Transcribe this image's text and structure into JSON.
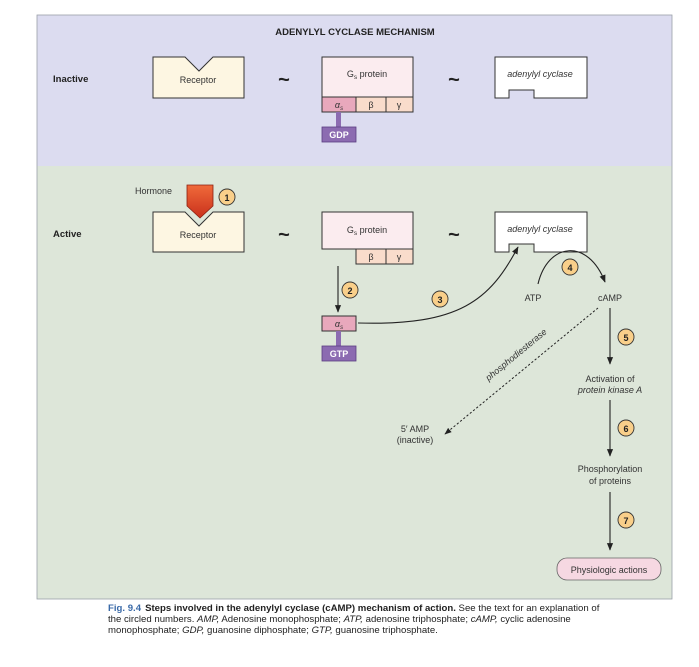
{
  "title": "ADENYLYL CYCLASE MECHANISM",
  "rows": {
    "inactive": "Inactive",
    "active": "Active"
  },
  "labels": {
    "hormone": "Hormone",
    "receptor": "Receptor",
    "gs_protein_main": "G",
    "gs_protein_sub": "s",
    "gs_protein_suffix": " protein",
    "adenylyl_cyclase": "adenylyl cyclase",
    "alpha": "α",
    "alpha_sub": "s",
    "beta": "β",
    "gamma": "γ",
    "gdp": "GDP",
    "gtp": "GTP",
    "tilde": "~",
    "atp": "ATP",
    "camp": "cAMP",
    "phosphodiesterase": "phosphodiesterase",
    "amp_line1": "5′ AMP",
    "amp_line2": "(inactive)",
    "pka_line1": "Activation of",
    "pka_line2": "protein kinase A",
    "phos_line1": "Phosphorylation",
    "phos_line2": "of proteins",
    "physiologic": "Physiologic actions"
  },
  "steps": [
    "1",
    "2",
    "3",
    "4",
    "5",
    "6",
    "7"
  ],
  "caption": {
    "fig": "Fig. 9.4",
    "title": "Steps involved in the adenylyl cyclase (cAMP) mechanism of action.",
    "body1": " See the text for an explanation of the circled numbers. ",
    "t_amp": "AMP,",
    "d_amp": " Adenosine monophosphate; ",
    "t_atp": "ATP,",
    "d_atp": " adenosine triphosphate; ",
    "t_camp": "cAMP,",
    "d_camp": " cyclic adenosine monophosphate; ",
    "t_gdp": "GDP,",
    "d_gdp": " guanosine diphosphate; ",
    "t_gtp": "GTP,",
    "d_gtp": " guanosine triphosphate."
  },
  "colors": {
    "inactive_bg": "#dcdcf0",
    "active_bg": "#dde6d9",
    "receptor_fill": "#fdf6e2",
    "gs_fill": "#fbecef",
    "alpha_fill": "#e8a8bc",
    "beta_gamma_fill": "#f9dccb",
    "gdp_fill": "#8c6bb1",
    "step_fill": "#f9cf8a",
    "hormone_fill": "#e0432a",
    "physio_fill": "#f6d8e2",
    "caption_fig": "#3a6aa8"
  }
}
